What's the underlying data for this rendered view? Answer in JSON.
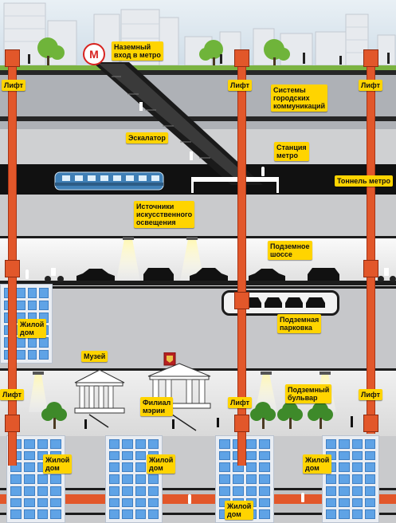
{
  "labels": {
    "lift": "Лифт",
    "metro_entrance": "Наземный\nвход в метро",
    "utilities": "Системы\nгородских\nкоммуникаций",
    "escalator": "Эскалатор",
    "metro_station": "Станция\nметро",
    "metro_tunnel": "Тоннель метро",
    "light_sources": "Источники\nискусственного\nосвещения",
    "underground_highway": "Подземное\nшоссе",
    "residential": "Жилой\nдом",
    "underground_parking": "Подземная\nпарковка",
    "museum": "Музей",
    "city_hall_branch": "Филиал\nмэрии",
    "underground_boulevard": "Подземный\nбульвар"
  },
  "metro_logo": "М",
  "colors": {
    "accent_yellow": "#ffd400",
    "lift_orange": "#e2572a",
    "tunnel_black": "#111111",
    "sky": "#d9e6ef"
  }
}
